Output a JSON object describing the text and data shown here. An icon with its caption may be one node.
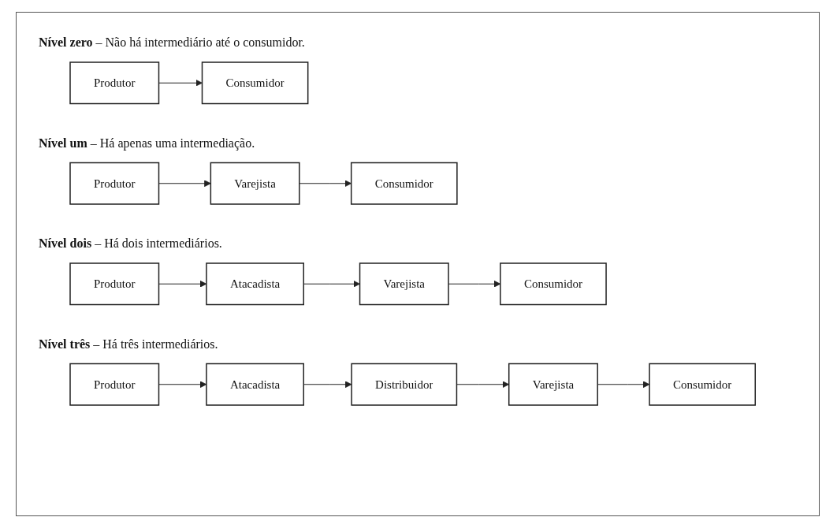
{
  "diagram": {
    "nodes": [
      {
        "text": [
          "Produtor"
        ]
      },
      {
        "text": [
          "Consumidor"
        ]
      },
      {
        "text": [
          "Produtor"
        ]
      },
      {
        "text": [
          "Varejista"
        ]
      },
      {
        "text": [
          "Consumidor"
        ]
      },
      {
        "text": [
          "Produtor"
        ]
      },
      {
        "text": [
          "Atacadista"
        ]
      },
      {
        "text": [
          "Varejista"
        ]
      },
      {
        "text": [
          "Consumidor"
        ]
      },
      {
        "text": [
          "Produtor"
        ]
      },
      {
        "text": [
          "Atacadista"
        ]
      },
      {
        "text": [
          "Distribuidor"
        ]
      },
      {
        "text": [
          "Varejista"
        ]
      },
      {
        "text": [
          "Consumidor"
        ]
      }
    ],
    "edges": [
      {
        "from": 0,
        "to": 1,
        "arrow": "to"
      },
      {
        "from": 2,
        "to": 3,
        "arrow": "to"
      },
      {
        "from": 3,
        "to": 4,
        "arrow": "to"
      },
      {
        "from": 5,
        "to": 6,
        "arrow": "to"
      },
      {
        "from": 6,
        "to": 7,
        "arrow": "to"
      },
      {
        "from": 7,
        "to": 8,
        "arrow": "to"
      },
      {
        "from": 9,
        "to": 10,
        "arrow": "to"
      },
      {
        "from": 10,
        "to": 11,
        "arrow": "to"
      },
      {
        "from": 11,
        "to": 12,
        "arrow": "to"
      },
      {
        "from": 12,
        "to": 13,
        "arrow": "to"
      }
    ],
    "labels": [
      "**Nível zero** – Não há intermediário até o consumidor.",
      "**Nível um** – Há apenas uma intermediação.",
      "**Nível dois** – Há dois intermediários.",
      "**Nível três** – Há três intermediários."
    ]
  }
}
